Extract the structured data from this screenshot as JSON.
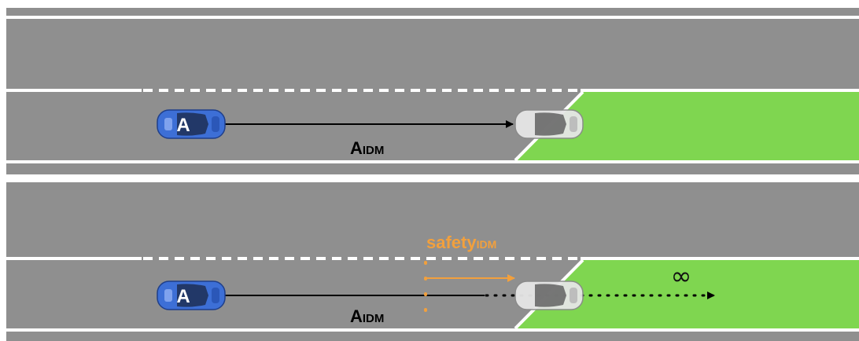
{
  "colors": {
    "road": "#8f8f8f",
    "lane_line": "#ffffff",
    "goal_area": "#7fd650",
    "ego_car": "#3d6fd6",
    "other_car": "#d9d9d9",
    "arrow": "#000000",
    "safety": "#f2a03d"
  },
  "icons": {
    "ego_car": "car-top-view-icon",
    "other_car": "car-top-view-icon",
    "infinity": "infinity-icon"
  },
  "top_panel": {
    "ego_label": "A",
    "gap_label_main": "A",
    "gap_label_sub": "IDM"
  },
  "bottom_panel": {
    "ego_label": "A",
    "gap_label_main": "A",
    "gap_label_sub": "IDM",
    "safety_label_main": "safety",
    "safety_label_sub": "IDM",
    "infinity_symbol": "∞"
  }
}
